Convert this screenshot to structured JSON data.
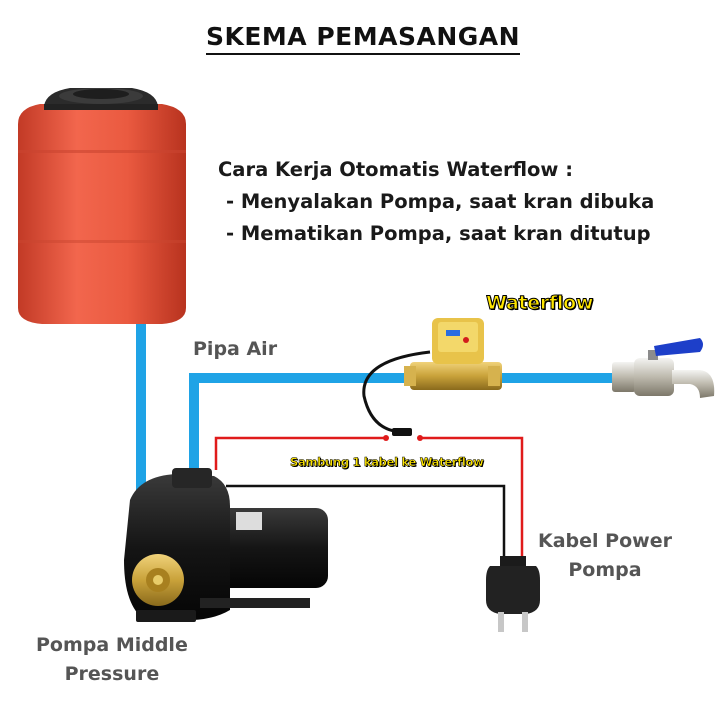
{
  "title": "SKEMA PEMASANGAN",
  "info": {
    "heading": "Cara Kerja Otomatis Waterflow :",
    "items": [
      "- Menyalakan Pompa, saat kran dibuka",
      "- Mematikan Pompa, saat kran ditutup"
    ]
  },
  "labels": {
    "pipe": "Pipa Air",
    "waterflow": "Waterflow",
    "cable_note": "Sambung 1 kabel ke Waterflow",
    "power_cable_line1": "Kabel Power",
    "power_cable_line2": "Pompa",
    "pump_line1": "Pompa Middle",
    "pump_line2": "Pressure"
  },
  "colors": {
    "pipe": "#1fa3e6",
    "tank": "#e9553e",
    "tank_lid": "#2a2a2a",
    "wire_red": "#e01b1b",
    "wire_black": "#111111",
    "brass": "#c9a23a",
    "pump_body": "#1b1b1b",
    "label_yellow": "#ffe600",
    "faucet_handle": "#1d3fc9"
  },
  "icons": [
    "water-tank-icon",
    "water-pump-icon",
    "waterflow-switch-icon",
    "faucet-icon",
    "power-plug-icon"
  ]
}
